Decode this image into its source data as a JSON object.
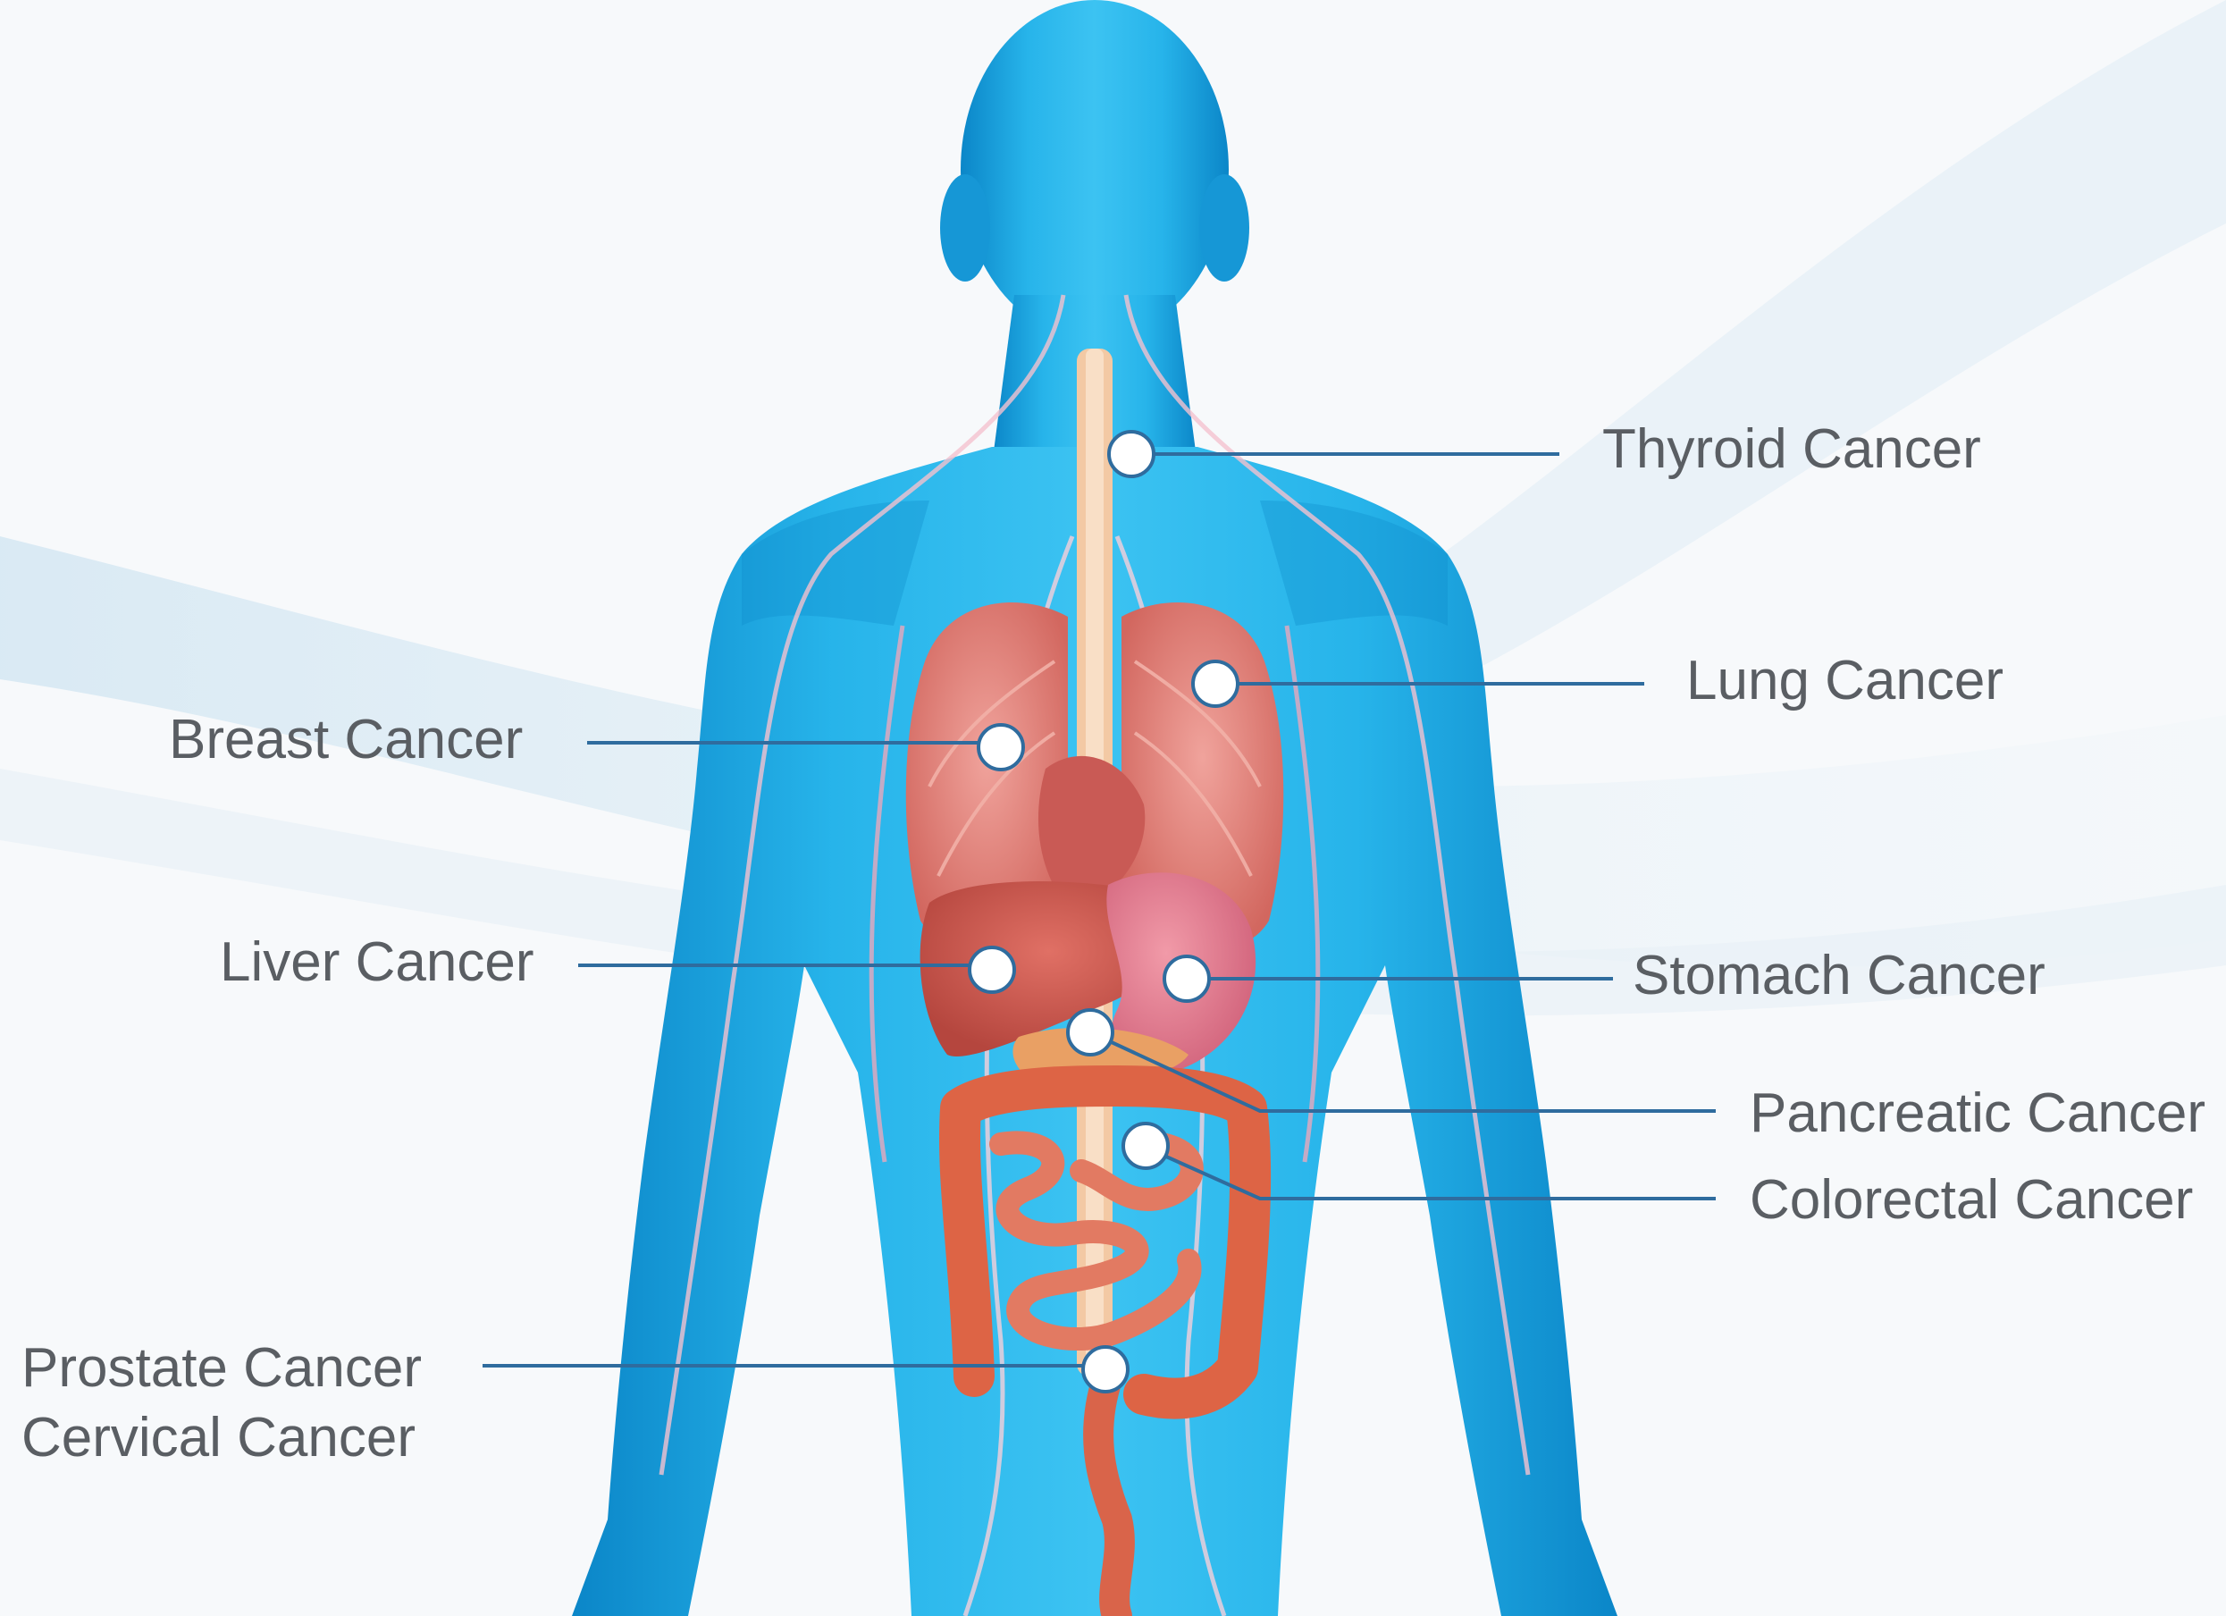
{
  "labels": {
    "thyroid": "Thyroid Cancer",
    "lung": "Lung Cancer",
    "breast": "Breast Cancer",
    "liver": "Liver Cancer",
    "stomach": "Stomach Cancer",
    "pancreatic": "Pancreatic Cancer",
    "colorectal": "Colorectal Cancer",
    "prostate": "Prostate Cancer",
    "cervical": "Cervical Cancer"
  },
  "colors": {
    "body_blue": "#1aa6e0",
    "body_dark": "#0b7fc0",
    "organ_red": "#d9645a",
    "lung_pink": "#e3847f",
    "intestine": "#e06a4b",
    "leader_line": "#2f6c9e",
    "marker_fill": "#ffffff",
    "marker_stroke": "#2f6c9e",
    "label_text": "#5a5e63",
    "background": "#f7f9fb"
  }
}
